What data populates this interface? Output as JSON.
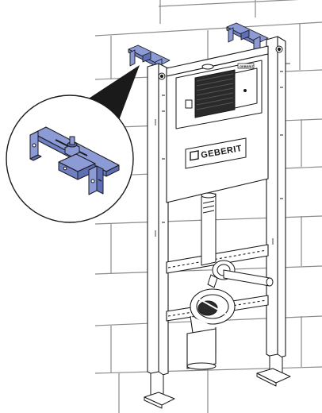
{
  "brand": {
    "logo_text": "GEBERIT",
    "badge_text": "GEBERIT"
  },
  "colors": {
    "bracket_blue": "#8c9ad6",
    "bracket_blue_dark": "#5f6fb5",
    "line": "#1a1a1a",
    "wall_line": "#8a8a8a",
    "cistern_dark": "#2a2a2a"
  },
  "icons": {
    "logo_mark": "geberit-square-mark",
    "zoom_callout": "magnifier-circle"
  }
}
